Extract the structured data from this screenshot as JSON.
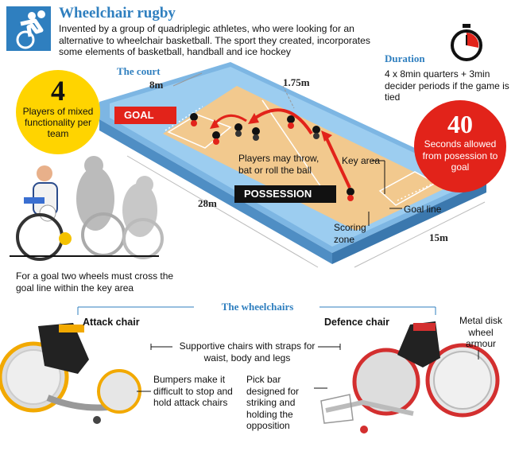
{
  "header": {
    "title": "Wheelchair rugby",
    "intro": "Invented by a group of quadriplegic athletes, who were looking for an alternative to wheelchair basketball. The sport they created, incorporates some elements of basketball, handball and ice hockey"
  },
  "duration": {
    "heading": "Duration",
    "text": "4 x 8min quarters + 3min decider periods if the game is tied"
  },
  "players": {
    "number": "4",
    "text": "Players of mixed functionality per team"
  },
  "possession_time": {
    "number": "40",
    "text": "Seconds allowed from posession to goal"
  },
  "court": {
    "heading": "The court",
    "goal_label": "GOAL",
    "possession_label": "POSSESSION",
    "dim_width_key": "8m",
    "dim_height": "1.75m",
    "dim_length": "28m",
    "dim_width": "15m",
    "throw_note": "Players may throw, bat or roll the ball",
    "key_area": "Key area",
    "goal_line": "Goal line",
    "scoring_zone": "Scoring zone"
  },
  "goal_rule": "For a goal two wheels must cross the goal line within the key area",
  "wheelchairs": {
    "heading": "The wheelchairs",
    "attack": "Attack chair",
    "defence": "Defence chair",
    "straps": "Supportive chairs with straps for waist, body and legs",
    "bumpers": "Bumpers make it difficult to stop and hold attack chairs",
    "pick_bar": "Pick bar designed for striking and holding the opposition",
    "disk": "Metal disk wheel armour"
  },
  "colors": {
    "accent_blue": "#2f7fbf",
    "red": "#e2231a",
    "yellow": "#ffd400",
    "court_floor": "#f2c98e",
    "court_surround": "#8cc3ea"
  }
}
